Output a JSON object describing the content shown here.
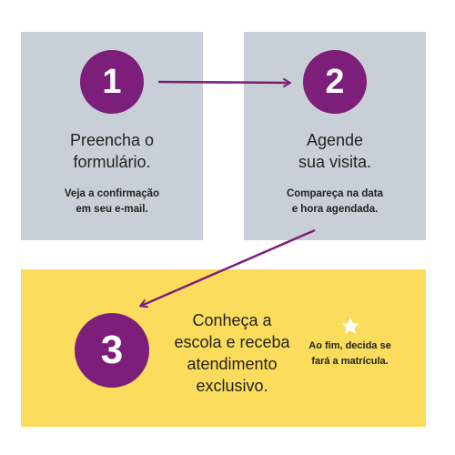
{
  "steps": [
    {
      "number": "1",
      "title": "Preencha o\nformulário.",
      "note": "Veja a confirmação\nem seu e-mail."
    },
    {
      "number": "2",
      "title": "Agende\nsua visita.",
      "note": "Compareça na data\ne hora agendada."
    },
    {
      "number": "3",
      "title": "Conheça a\nescola e receba\natendimento\nexclusivo.",
      "note": "Ao fim, decida se\nfará a matrícula.",
      "icon": "star-icon"
    }
  ],
  "colors": {
    "panel_gray": "#c9cfd6",
    "panel_yellow": "#fcdc5c",
    "circle_purple": "#7d1f7a",
    "arrow_purple": "#7d1f7a",
    "star": "#ffffff"
  }
}
